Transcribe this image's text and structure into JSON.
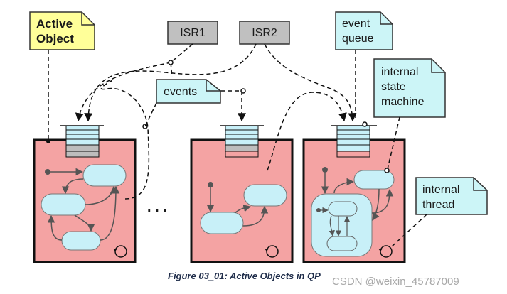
{
  "note_active_object": {
    "line1": "Active",
    "line2": "Object"
  },
  "isr1_label": "ISR1",
  "isr2_label": "ISR2",
  "note_events": "events",
  "note_event_queue": {
    "line1": "event",
    "line2": "queue"
  },
  "note_internal_sm": {
    "line1": "internal",
    "line2": "state",
    "line3": "machine"
  },
  "note_internal_thread": {
    "line1": "internal",
    "line2": "thread"
  },
  "ellipsis": ". . .",
  "caption": "Figure 03_01: Active Objects in QP",
  "watermark": "CSDN @weixin_45787009",
  "colors": {
    "object_fill": "#f4a3a3",
    "state_fill": "#c8f0f8",
    "note_fill": "#ccf5f7",
    "active_note_fill": "#ffff99",
    "isr_fill": "#c0c0c0"
  }
}
